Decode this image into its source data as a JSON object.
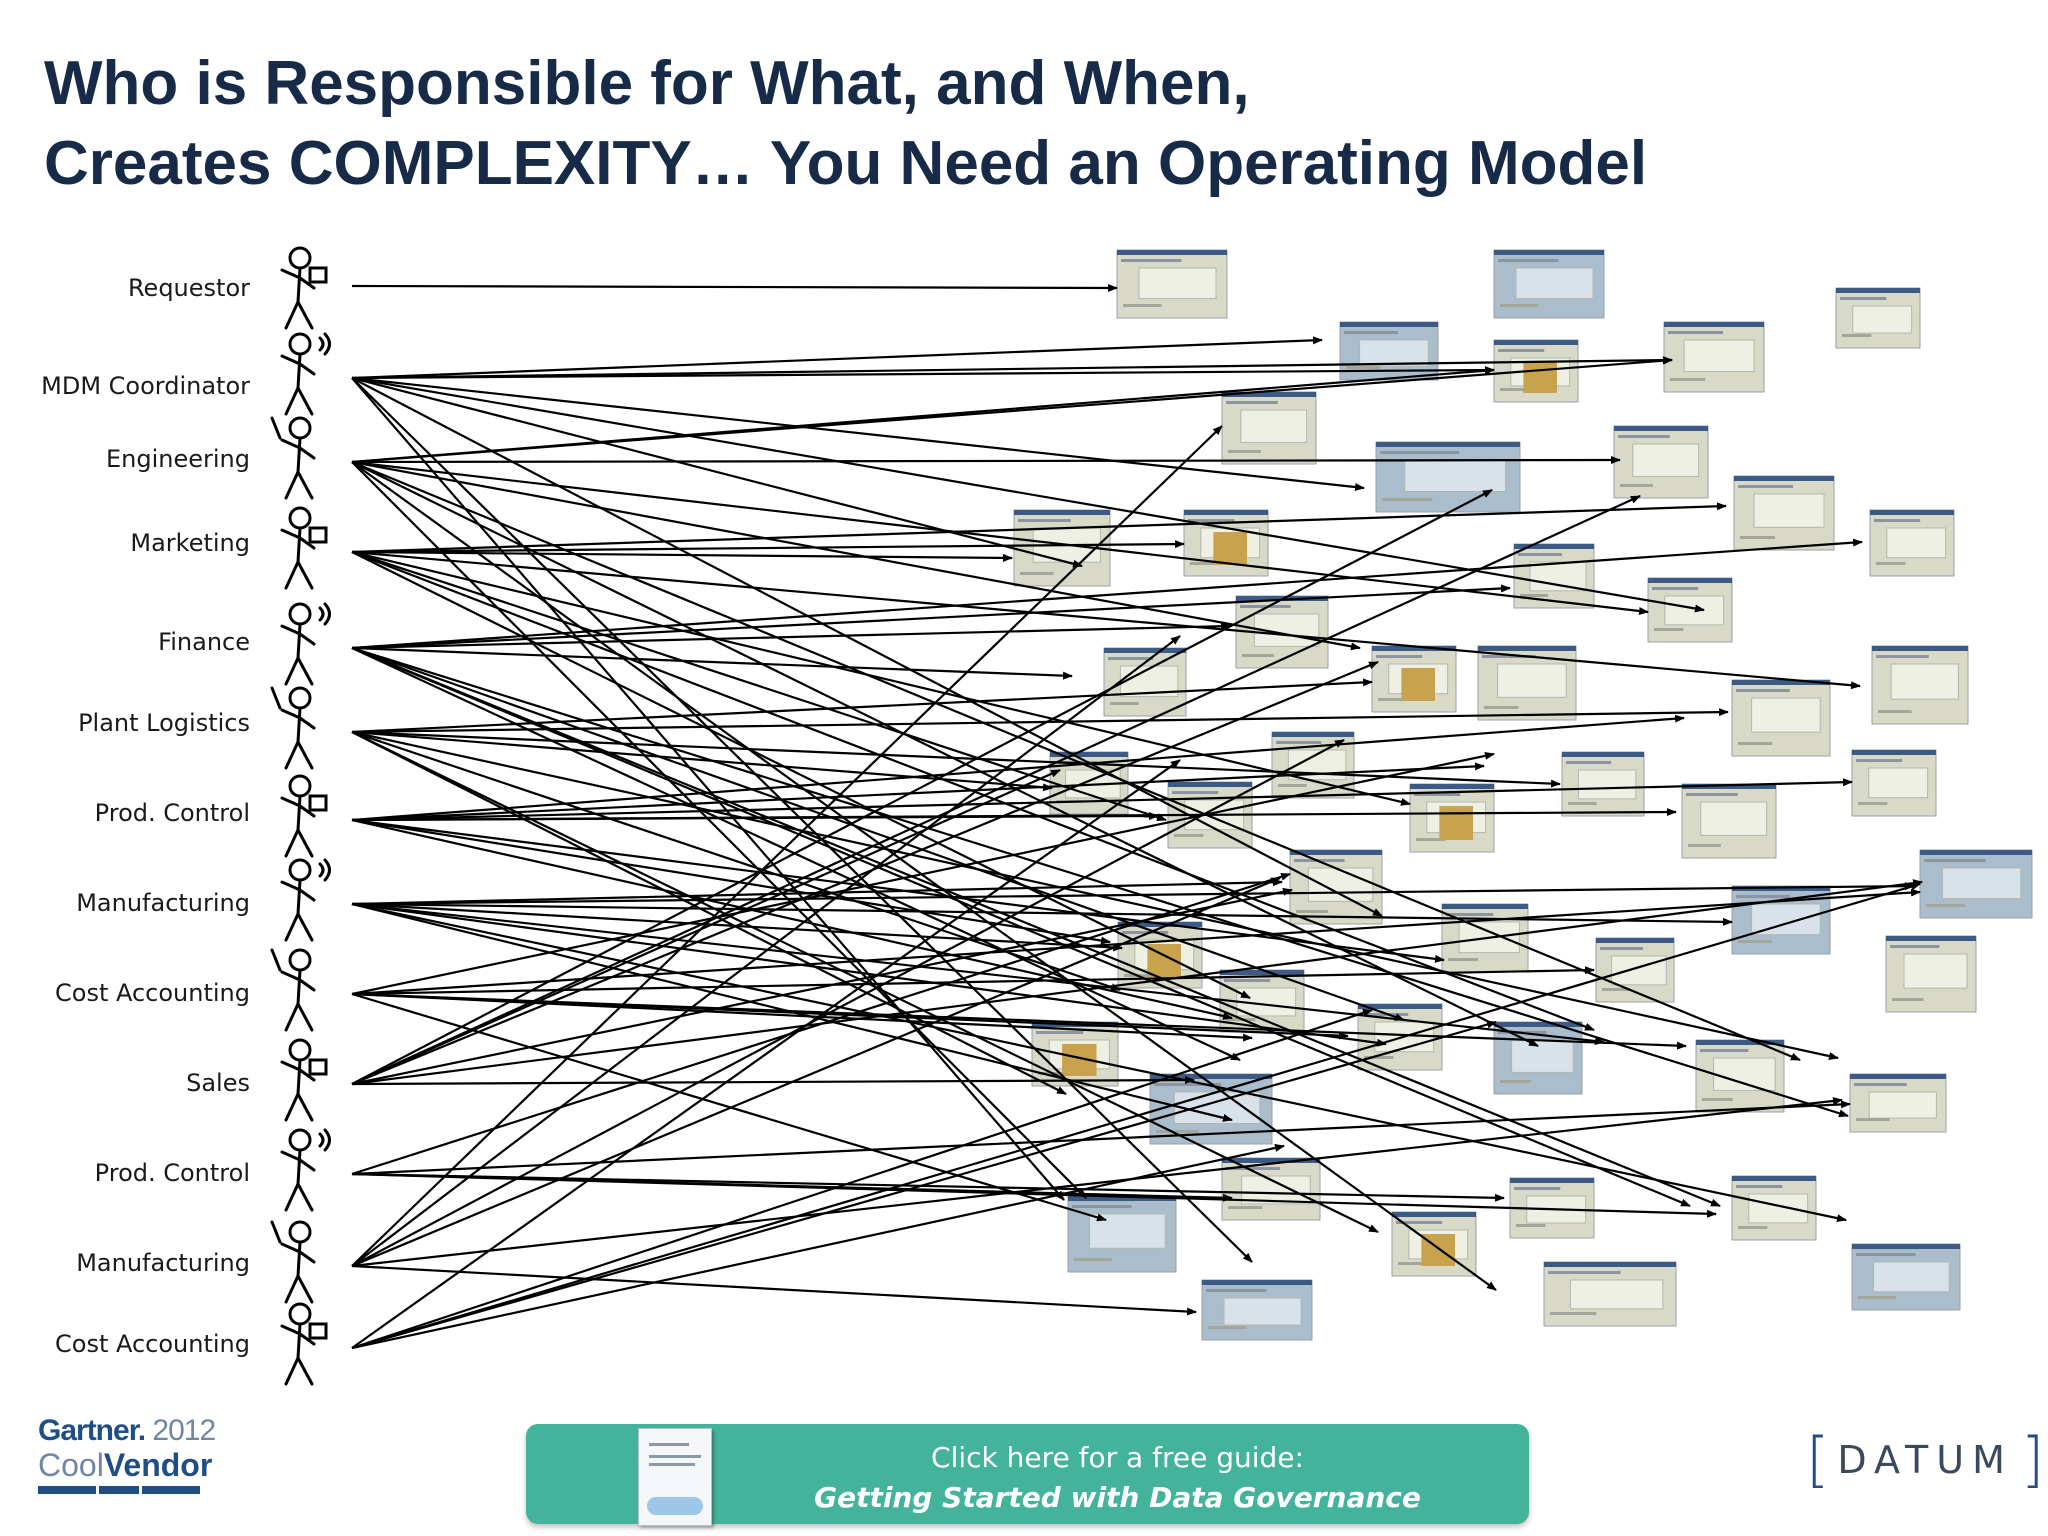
{
  "title": {
    "line1": "Who is Responsible for What, and When,",
    "line2": "Creates COMPLEXITY… You Need an Operating Model"
  },
  "roles": [
    {
      "label": "Requestor",
      "icon": "stick-figure-phone-icon"
    },
    {
      "label": "MDM Coordinator",
      "icon": "stick-figure-laptop-icon"
    },
    {
      "label": "Engineering",
      "icon": "stick-figure-tool-icon"
    },
    {
      "label": "Marketing",
      "icon": "stick-figure-flowers-icon"
    },
    {
      "label": "Finance",
      "icon": "stick-figure-clipboard-icon"
    },
    {
      "label": "Plant Logistics",
      "icon": "stick-figure-headset-icon"
    },
    {
      "label": "Prod. Control",
      "icon": "stick-figure-walking-icon"
    },
    {
      "label": "Manufacturing",
      "icon": "stick-figure-tool-icon"
    },
    {
      "label": "Cost Accounting",
      "icon": "stick-figure-laptop-icon"
    },
    {
      "label": "Sales",
      "icon": "stick-figure-phone-icon"
    },
    {
      "label": "Prod. Control",
      "icon": "stick-figure-walking-icon"
    },
    {
      "label": "Manufacturing",
      "icon": "stick-figure-tool-icon"
    },
    {
      "label": "Cost Accounting",
      "icon": "stick-figure-laptop-icon"
    }
  ],
  "banner": {
    "line1": "Click here for a free guide:",
    "line2": "Getting Started with Data Governance",
    "icon": "guide-book-icon"
  },
  "gartner": {
    "brand": "Gartner.",
    "year": "2012",
    "cool": "Cool",
    "vendor": "Vendor"
  },
  "logo": {
    "word": "DATUM"
  },
  "colors": {
    "title": "#172a48",
    "banner": "#43b49b",
    "screen_fill": "#d8d9c6",
    "screen_blue": "#a9bdcc",
    "arrow": "#000000"
  }
}
